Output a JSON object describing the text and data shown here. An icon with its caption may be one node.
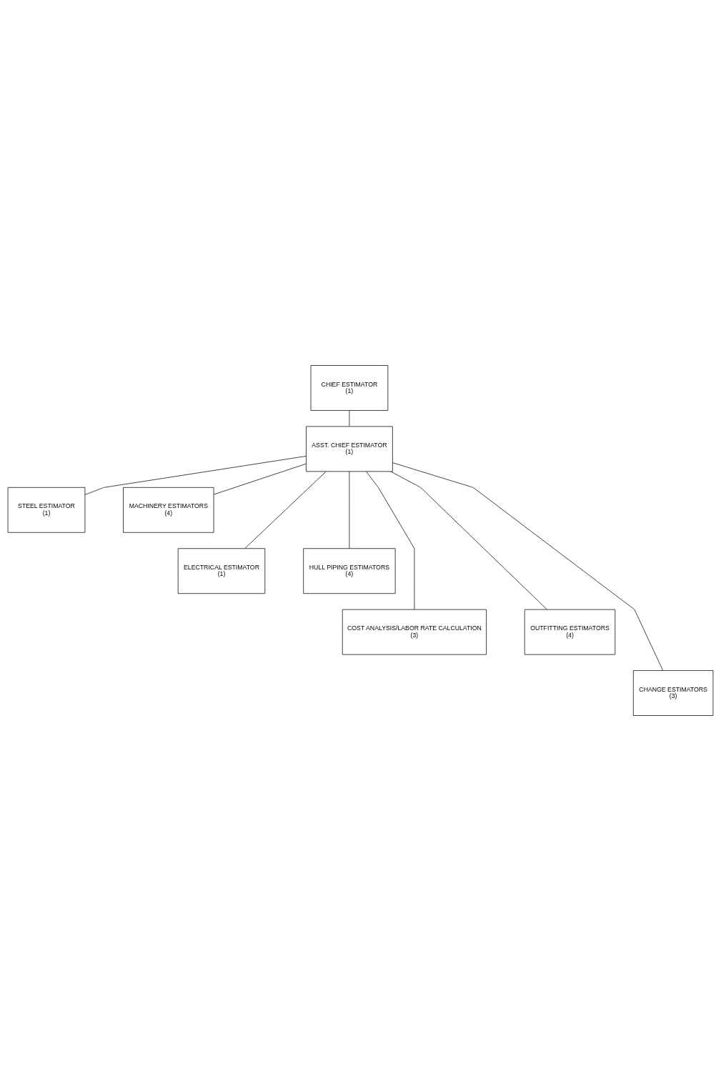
{
  "diagram": {
    "nodes": [
      {
        "text": [
          "CHIEF ESTIMATOR",
          "(1)"
        ]
      },
      {
        "text": [
          "ASST. CHIEF ESTIMATOR",
          "(1)"
        ]
      },
      {
        "text": [
          "STEEL ESTIMATOR",
          "(1)"
        ]
      },
      {
        "text": [
          "MACHINERY ESTIMATORS",
          "(4)"
        ]
      },
      {
        "text": [
          "ELECTRICAL ESTIMATOR",
          "(1)"
        ]
      },
      {
        "text": [
          "HULL PIPING ESTIMATORS",
          "(4)"
        ]
      },
      {
        "text": [
          "COST ANALYSIS/LABOR RATE CALCULATION",
          "(3)"
        ]
      },
      {
        "text": [
          "OUTFITTING ESTIMATORS",
          "(4)"
        ]
      },
      {
        "text": [
          "CHANGE ESTIMATORS",
          "(3)"
        ]
      }
    ],
    "edges": [
      {
        "from": 0,
        "to": 1,
        "arrow": "none"
      },
      {
        "from": 1,
        "to": 2,
        "arrow": "none"
      },
      {
        "from": 1,
        "to": 3,
        "arrow": "none"
      },
      {
        "from": 1,
        "to": 4,
        "arrow": "none"
      },
      {
        "from": 1,
        "to": 5,
        "arrow": "none"
      },
      {
        "from": 1,
        "to": 6,
        "arrow": "none"
      },
      {
        "from": 1,
        "to": 7,
        "arrow": "none"
      },
      {
        "from": 1,
        "to": 8,
        "arrow": "none"
      }
    ]
  }
}
